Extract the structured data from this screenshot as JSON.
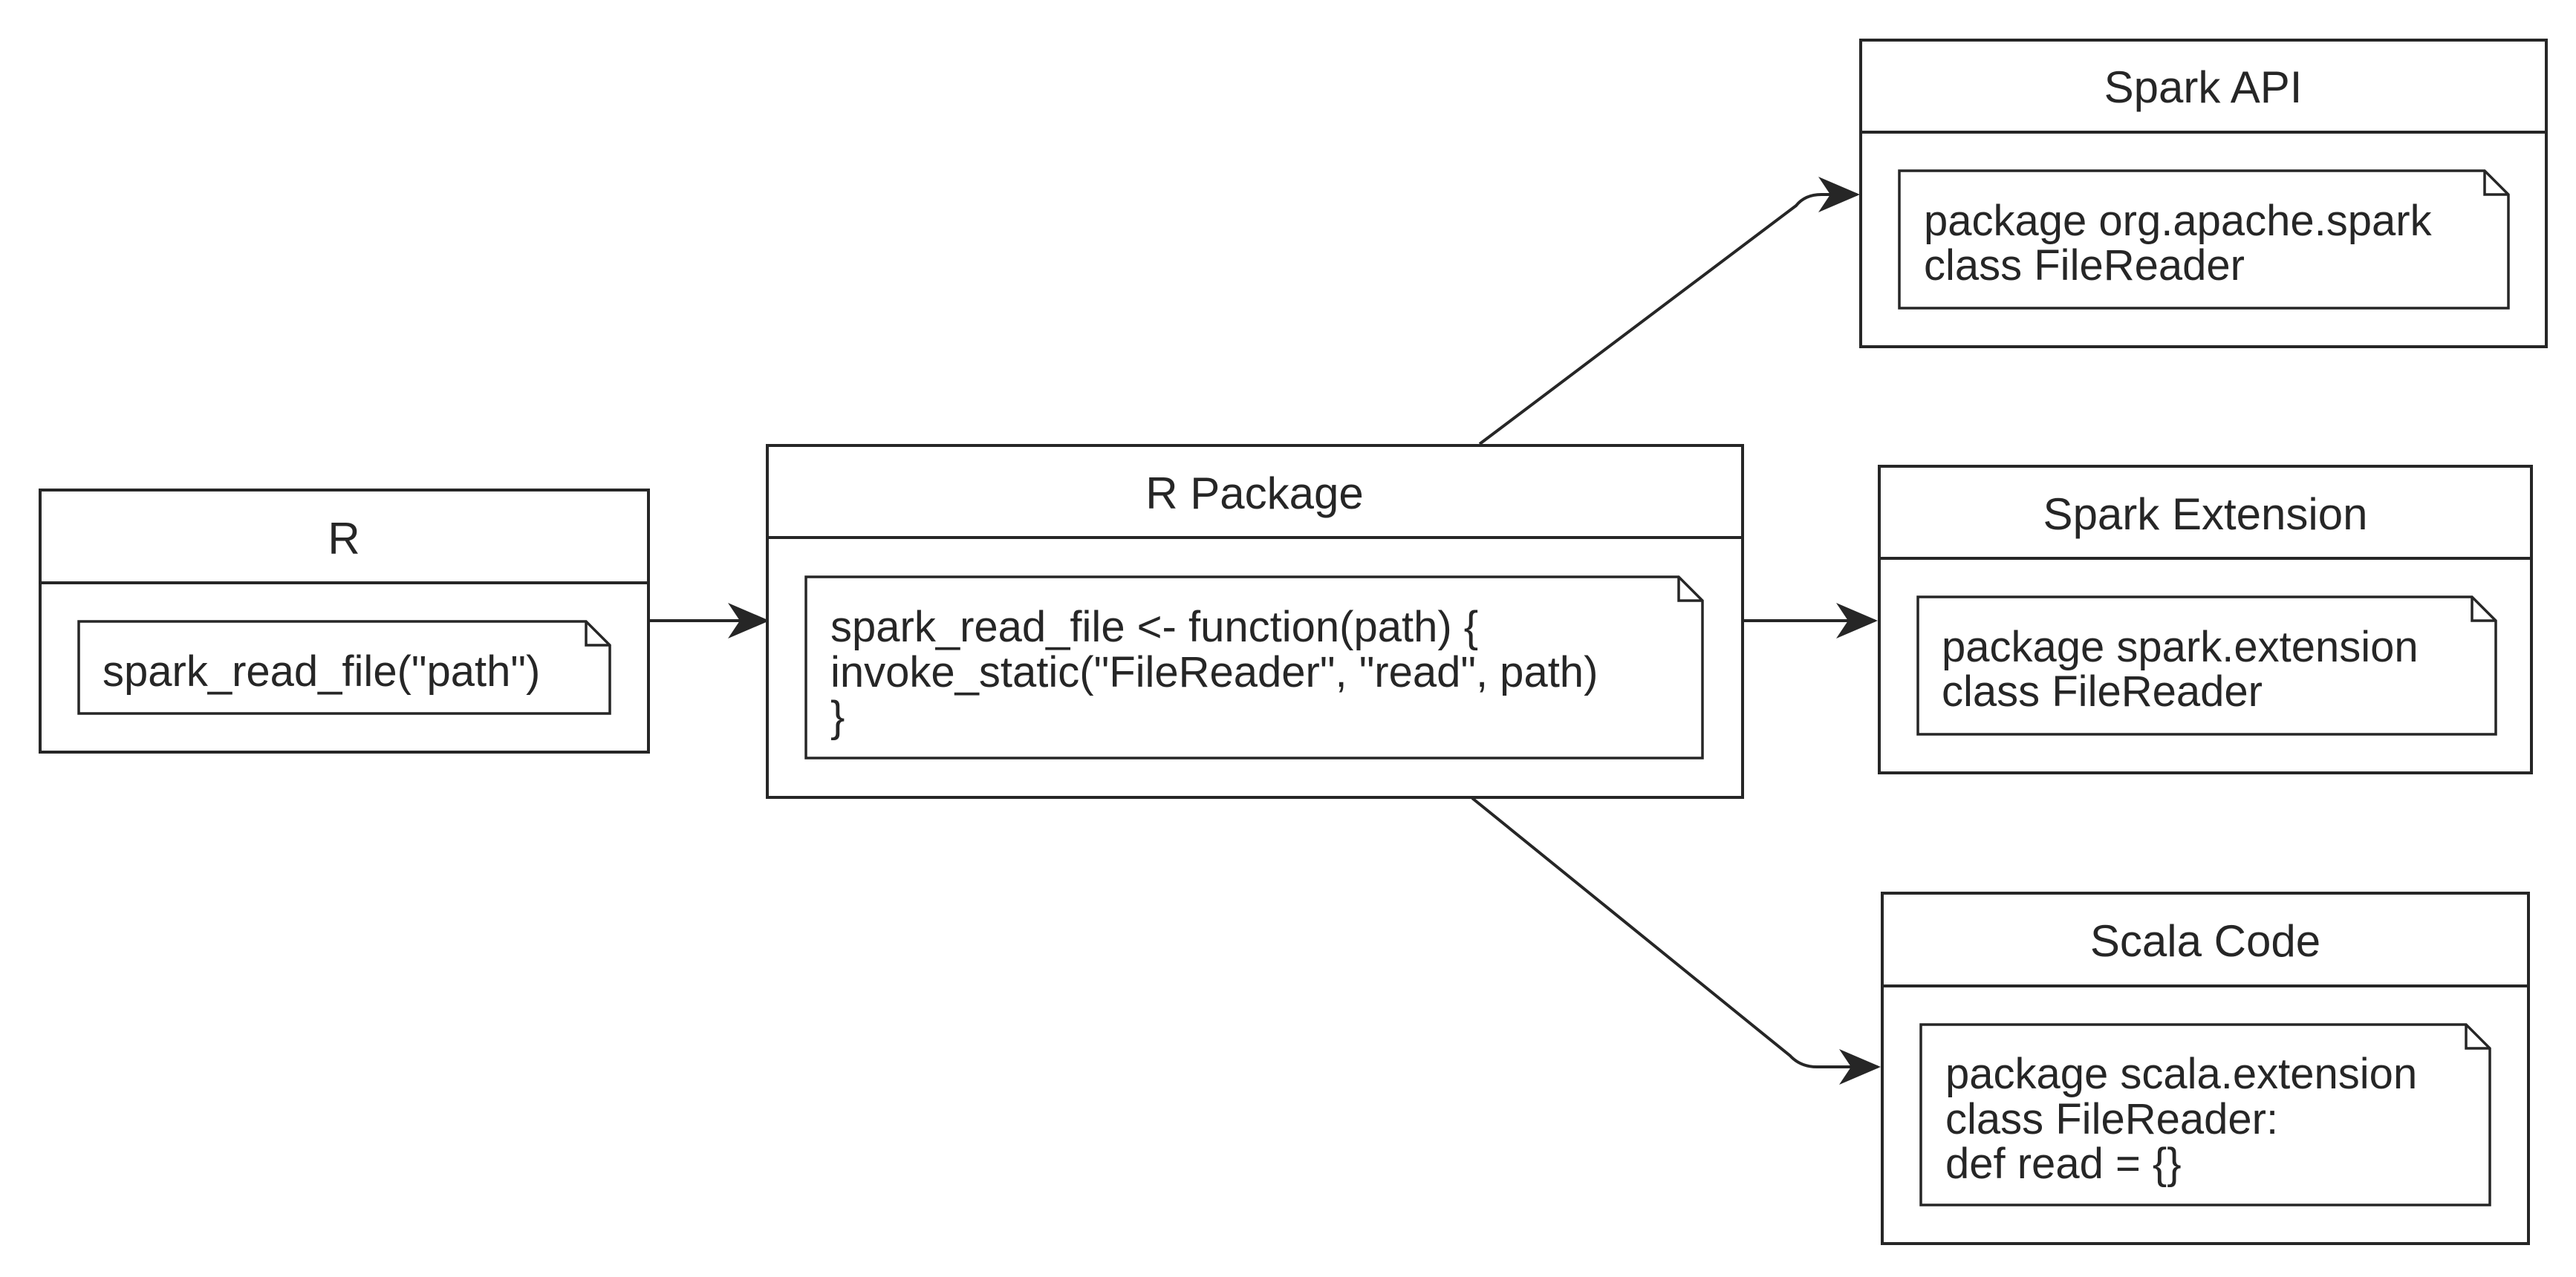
{
  "boxes": [
    {
      "id": "r",
      "title": "R",
      "lines": [
        "spark_read_file(\"path\")"
      ]
    },
    {
      "id": "r-package",
      "title": "R Package",
      "lines": [
        "spark_read_file <- function(path) {",
        "invoke_static(\"FileReader\", \"read\", path)",
        "}"
      ]
    },
    {
      "id": "spark-api",
      "title": "Spark API",
      "lines": [
        "package org.apache.spark",
        "class FileReader"
      ]
    },
    {
      "id": "spark-extension",
      "title": "Spark Extension",
      "lines": [
        "package spark.extension",
        "class FileReader"
      ]
    },
    {
      "id": "scala-code",
      "title": "Scala Code",
      "lines": [
        "package scala.extension",
        "class FileReader:",
        "def read = {}"
      ]
    }
  ],
  "edges": [
    {
      "from": "r",
      "to": "r-package"
    },
    {
      "from": "r-package",
      "to": "spark-api"
    },
    {
      "from": "r-package",
      "to": "spark-extension"
    },
    {
      "from": "r-package",
      "to": "scala-code"
    }
  ],
  "colors": {
    "stroke": "#262626",
    "background": "#ffffff"
  }
}
